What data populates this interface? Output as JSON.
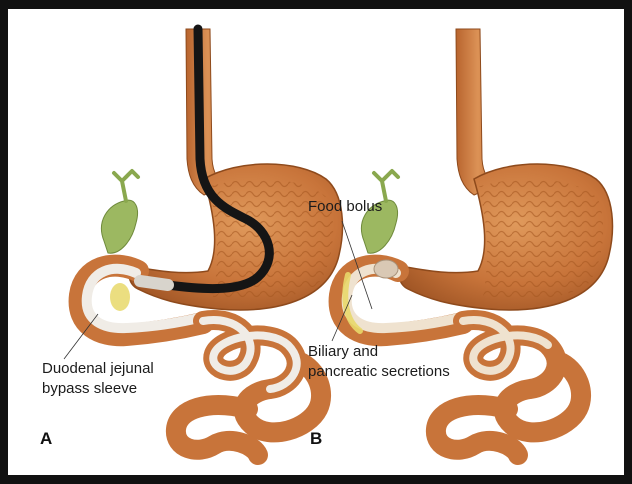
{
  "panels": [
    {
      "letter": "A",
      "label": "Duodenal jejunal\nbypass sleeve"
    },
    {
      "letter": "B",
      "labels": [
        "Food bolus",
        "Biliary and",
        "pancreatic secretions"
      ]
    }
  ],
  "colors": {
    "stomach": "#c8743a",
    "stomach_dark": "#a85a26",
    "gallbladder": "#9cb861",
    "sleeve": "#f0ece6",
    "scope": "#151515",
    "secretion": "#e8d86a"
  }
}
